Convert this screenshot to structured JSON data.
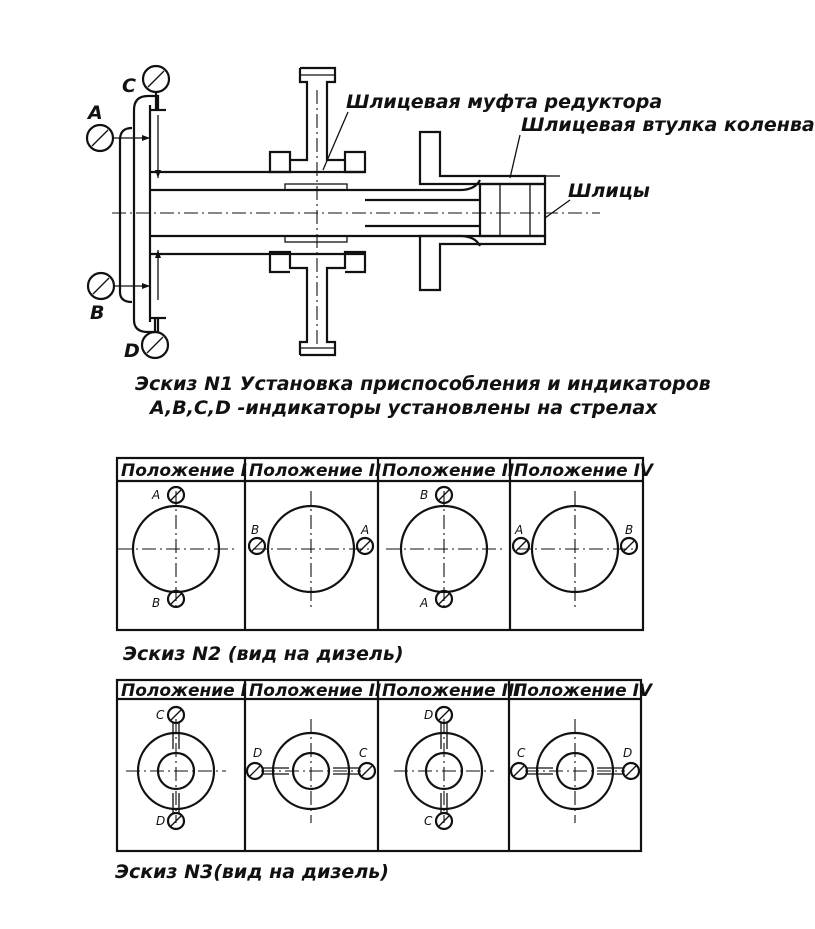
{
  "sketch1": {
    "label_coupling": "Шлицевая муфта редуктора",
    "label_bushing": "Шлицевая втулка коленвала",
    "label_splines": "Шлицы",
    "indicators": [
      "A",
      "B",
      "C",
      "D"
    ],
    "caption_line1": "Эскиз N1 Установка приспособления и индикаторов",
    "caption_line2": "A,B,C,D -индикаторы установлены на стрелах"
  },
  "sketch2": {
    "caption": "Эскиз N2 (вид на дизель)",
    "headers": [
      "Положение I",
      "Положение II",
      "Положение III",
      "Положение IV"
    ],
    "panels": [
      {
        "top": "A",
        "bottom": "B",
        "left": "",
        "right": ""
      },
      {
        "top": "",
        "bottom": "",
        "left": "B",
        "right": "A"
      },
      {
        "top": "B",
        "bottom": "A",
        "left": "",
        "right": ""
      },
      {
        "top": "",
        "bottom": "",
        "left": "A",
        "right": "B"
      }
    ]
  },
  "sketch3": {
    "caption": "Эскиз N3(вид на дизель)",
    "headers": [
      "Положение I",
      "Положение II",
      "Положение III",
      "Положение IV"
    ],
    "panels": [
      {
        "top": "C",
        "bottom": "D",
        "left": "",
        "right": ""
      },
      {
        "top": "",
        "bottom": "",
        "left": "D",
        "right": "C"
      },
      {
        "top": "D",
        "bottom": "C",
        "left": "",
        "right": ""
      },
      {
        "top": "",
        "bottom": "",
        "left": "C",
        "right": "D"
      }
    ]
  }
}
